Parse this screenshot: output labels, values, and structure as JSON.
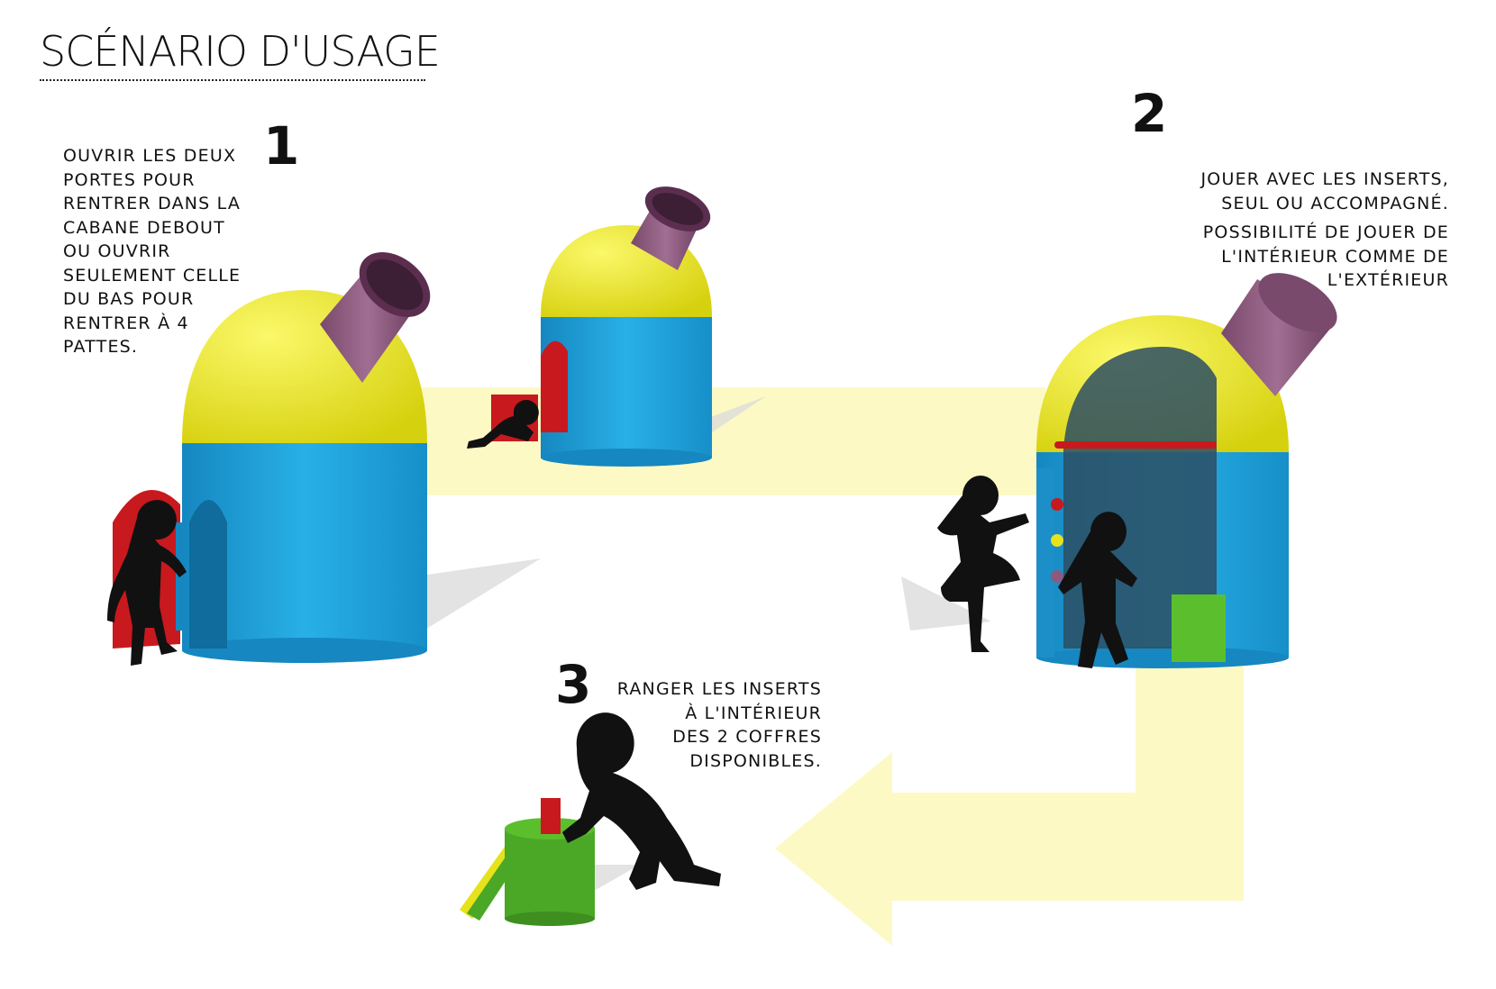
{
  "title": "SCÉNARIO D'USAGE",
  "colors": {
    "path": "#fdf9c4",
    "dome": "#e6e21c",
    "body": "#1ea0d8",
    "telescope": "#8c5a7e",
    "door": "#c8191e",
    "chest": "#4aa826",
    "silhouette": "#111111"
  },
  "steps": [
    {
      "number": "1",
      "lines": [
        "OUVRIR LES DEUX",
        "PORTES POUR",
        "RENTRER DANS LA",
        "CABANE DEBOUT",
        "OU OUVRIR",
        "SEULEMENT CELLE",
        "DU BAS POUR",
        "RENTRER À 4",
        "PATTES."
      ]
    },
    {
      "number": "2",
      "lines": [
        "JOUER AVEC LES INSERTS,",
        "SEUL OU ACCOMPAGNÉ.",
        "POSSIBILITÉ DE JOUER DE",
        "L'INTÉRIEUR COMME DE",
        "L'EXTÉRIEUR"
      ]
    },
    {
      "number": "3",
      "lines": [
        "RANGER LES INSERTS",
        "À L'INTÉRIEUR",
        "DES 2 COFFRES",
        "DISPONIBLES."
      ]
    }
  ]
}
